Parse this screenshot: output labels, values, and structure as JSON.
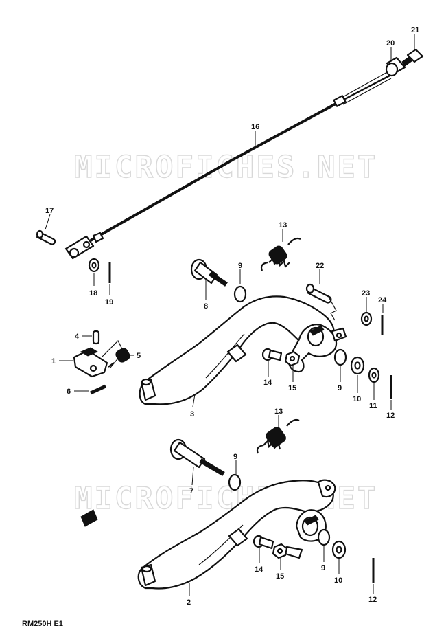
{
  "diagram": {
    "model_code": "RM250H E1",
    "watermark": "MICROFICHES.NET",
    "callouts": [
      {
        "id": "c21",
        "label": "21"
      },
      {
        "id": "c20",
        "label": "20"
      },
      {
        "id": "c16",
        "label": "16"
      },
      {
        "id": "c17",
        "label": "17"
      },
      {
        "id": "c18",
        "label": "18"
      },
      {
        "id": "c19",
        "label": "19"
      },
      {
        "id": "c13a",
        "label": "13"
      },
      {
        "id": "c9a",
        "label": "9"
      },
      {
        "id": "c8",
        "label": "8"
      },
      {
        "id": "c22",
        "label": "22"
      },
      {
        "id": "c23",
        "label": "23"
      },
      {
        "id": "c24",
        "label": "24"
      },
      {
        "id": "c4",
        "label": "4"
      },
      {
        "id": "c1",
        "label": "1"
      },
      {
        "id": "c5",
        "label": "5"
      },
      {
        "id": "c6",
        "label": "6"
      },
      {
        "id": "c14a",
        "label": "14"
      },
      {
        "id": "c15a",
        "label": "15"
      },
      {
        "id": "c9b",
        "label": "9"
      },
      {
        "id": "c10a",
        "label": "10"
      },
      {
        "id": "c11",
        "label": "11"
      },
      {
        "id": "c12a",
        "label": "12"
      },
      {
        "id": "c3",
        "label": "3"
      },
      {
        "id": "c13b",
        "label": "13"
      },
      {
        "id": "c9c",
        "label": "9"
      },
      {
        "id": "c7",
        "label": "7"
      },
      {
        "id": "c14b",
        "label": "14"
      },
      {
        "id": "c15b",
        "label": "15"
      },
      {
        "id": "c9d",
        "label": "9"
      },
      {
        "id": "c10b",
        "label": "10"
      },
      {
        "id": "c2",
        "label": "2"
      },
      {
        "id": "c12b",
        "label": "12"
      }
    ]
  }
}
